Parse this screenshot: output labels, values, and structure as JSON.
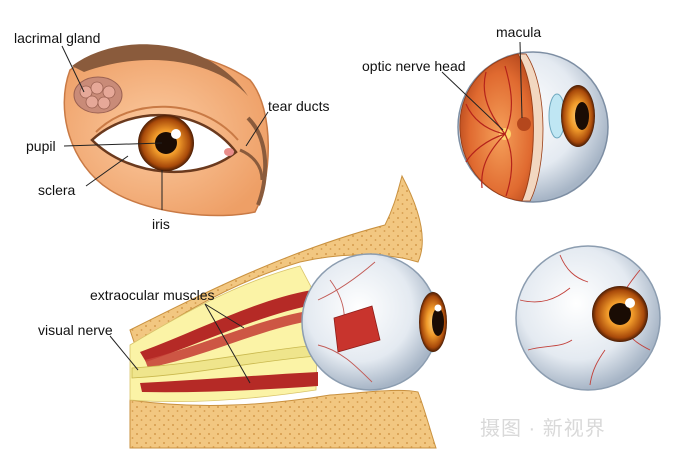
{
  "labels": {
    "lacrimal_gland": "lacrimal gland",
    "tear_ducts": "tear ducts",
    "pupil": "pupil",
    "sclera": "sclera",
    "iris": "iris",
    "macula": "macula",
    "optic_nerve_head": "optic nerve head",
    "extraocular_muscles": "extraocular muscles",
    "visual_nerve": "visual nerve"
  },
  "watermark": {
    "text": "摄图 · 新视界"
  },
  "colors": {
    "skin": "#f7b98a",
    "skin_dark": "#e7955c",
    "brow": "#8a5b3c",
    "iris": "#c8620a",
    "iris_light": "#f3a33a",
    "pupil": "#1a0c04",
    "sclera": "#dfe6ef",
    "retina": "#e2743c",
    "vessel": "#b5231b",
    "bone": "#f2c781",
    "bone_dots": "#d49a4c",
    "fat": "#fbf3a6",
    "muscle": "#b52a26",
    "line": "#222222"
  }
}
